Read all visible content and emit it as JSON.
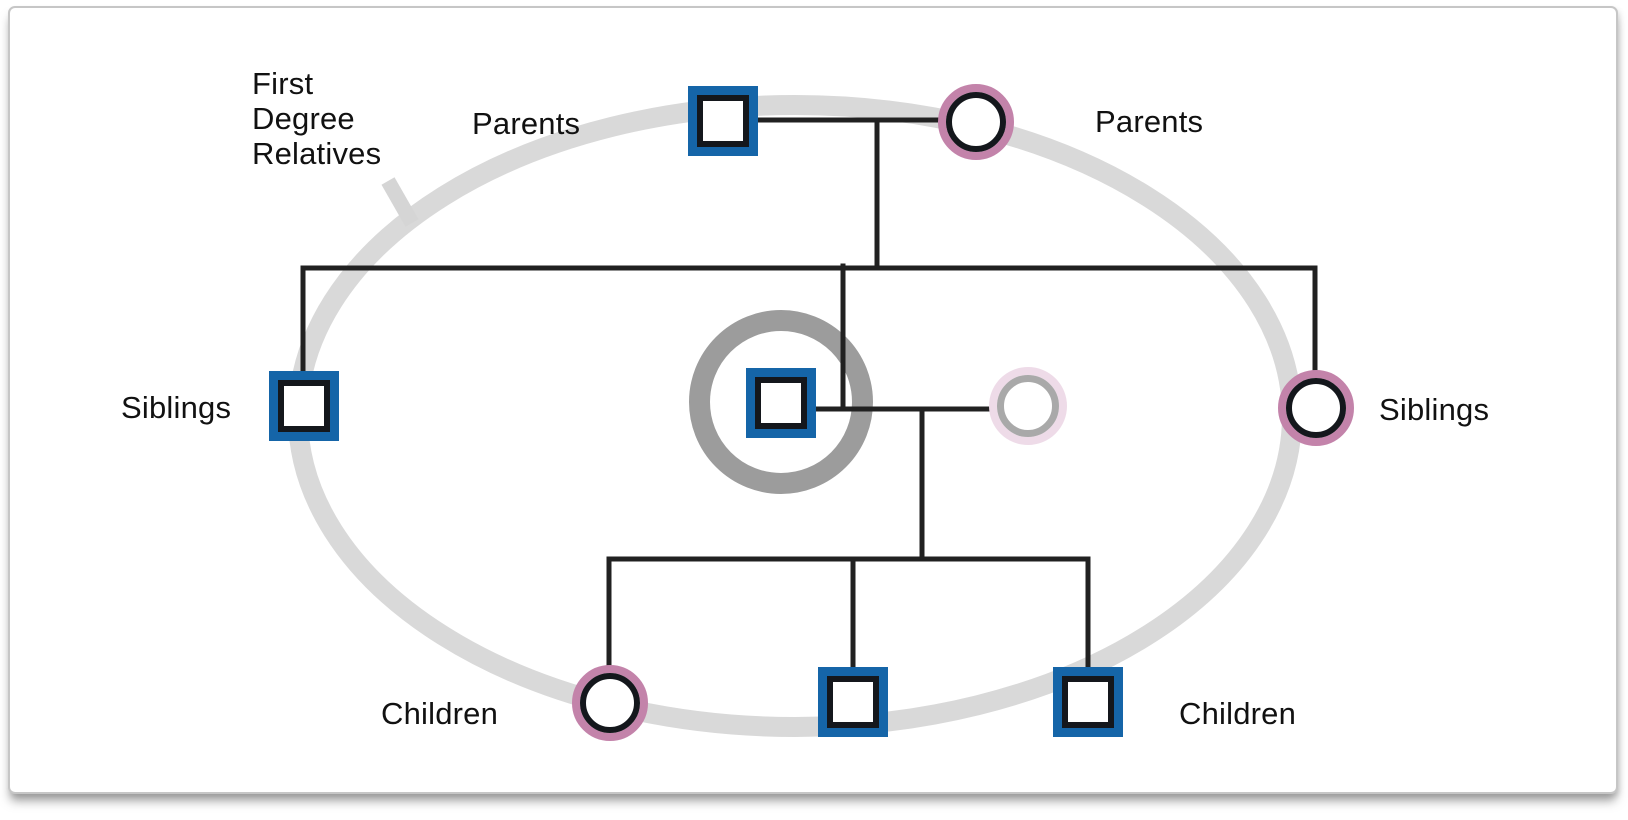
{
  "diagram": {
    "kind": "family-pedigree",
    "annotation": "First\nDegree\nRelatives",
    "labels": {
      "parents_left": "Parents",
      "parents_right": "Parents",
      "siblings_left": "Siblings",
      "siblings_right": "Siblings",
      "children_left": "Children",
      "children_right": "Children"
    },
    "individuals": [
      {
        "id": "parent-male",
        "shape": "square",
        "style": "solid",
        "group": "parents",
        "inside_first_degree_ellipse": true
      },
      {
        "id": "parent-female",
        "shape": "circle",
        "style": "solid",
        "group": "parents",
        "inside_first_degree_ellipse": true
      },
      {
        "id": "sibling-male",
        "shape": "square",
        "style": "solid",
        "group": "siblings",
        "inside_first_degree_ellipse": true
      },
      {
        "id": "proband-male",
        "shape": "square",
        "style": "solid",
        "group": "siblings",
        "highlight_ring": true,
        "inside_first_degree_ellipse": true
      },
      {
        "id": "sibling-female",
        "shape": "circle",
        "style": "solid",
        "group": "siblings",
        "inside_first_degree_ellipse": true
      },
      {
        "id": "spouse-female",
        "shape": "circle",
        "style": "faded",
        "group": "spouse",
        "inside_first_degree_ellipse": true
      },
      {
        "id": "child-female",
        "shape": "circle",
        "style": "solid",
        "group": "children",
        "inside_first_degree_ellipse": true
      },
      {
        "id": "child-male-1",
        "shape": "square",
        "style": "solid",
        "group": "children",
        "inside_first_degree_ellipse": true
      },
      {
        "id": "child-male-2",
        "shape": "square",
        "style": "solid",
        "group": "children",
        "inside_first_degree_ellipse": true
      }
    ],
    "colors": {
      "male_outline": "#1565a8",
      "female_outline": "#c383aa",
      "symbol_inner_border": "#14171c",
      "relationship_line": "#212121",
      "faded_female_outline": "#eedbe8",
      "faded_inner_ring": "#a9a9a9",
      "proband_highlight_ring": "#9c9c9c",
      "first_degree_ellipse": "#d9d9d9",
      "text": "#111111"
    }
  }
}
